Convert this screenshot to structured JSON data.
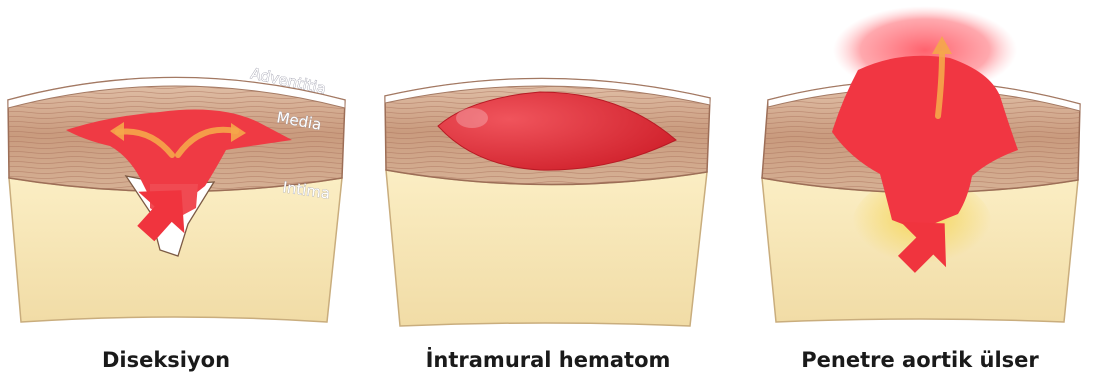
{
  "panels": [
    {
      "id": "dissection",
      "caption": "Diseksiyon",
      "layer_labels": {
        "adventitia": "Adventitia",
        "media": "Media",
        "intima": "Intima"
      }
    },
    {
      "id": "intramural-hematoma",
      "caption": "İntramural hematom"
    },
    {
      "id": "penetrating-ulcer",
      "caption": "Penetre aortik ülser"
    }
  ],
  "colors": {
    "wall_band": "#c99b7e",
    "wall_line": "#b07c61",
    "lumen": "#f5e3b4",
    "blood": "#ee3340",
    "blood_dark": "#d8252c",
    "flow_arrow": "#f5a74a"
  }
}
